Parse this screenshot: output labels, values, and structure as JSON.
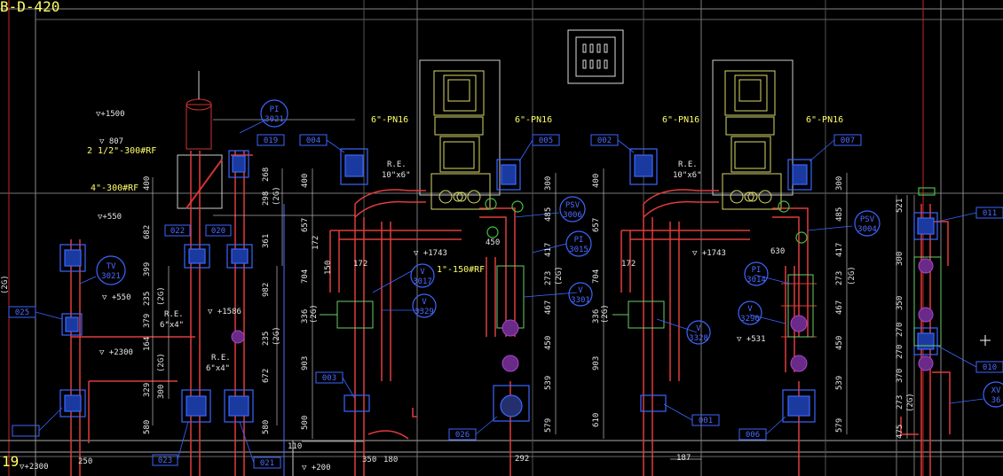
{
  "drawing": {
    "sheet_ref": "B-D-420",
    "corner_num": "19",
    "elevations": {
      "e1500": "▽+1500",
      "e807": "▽ 807",
      "e550a": "▽+550",
      "e550b": "▽ +550",
      "e2300a": "▽ +2300",
      "e2300b": "▽+2300",
      "e1586": "▽ +1586",
      "e1743a": "▽ +1743",
      "e1743b": "▽ +1743",
      "e531": "▽ +531",
      "e200": "▽ +200"
    },
    "pipe_specs": {
      "s1": "2 1/2\"-300#RF",
      "s2": "4\"-300#RF",
      "s3": "1\"-150#RF",
      "pn1": "6\"-PN16",
      "pn2": "6\"-PN16",
      "pn3": "6\"-PN16",
      "pn4": "6\"-PN16"
    },
    "reducers": {
      "re1": "R.E.",
      "re1s": "10\"x6\"",
      "re2": "R.E.",
      "re2s": "10\"x6\"",
      "re3": "R.E.",
      "re3s": "6\"x4\"",
      "re4": "R.E.",
      "re4s": "6\"x4\""
    },
    "bubbles": {
      "pi3021": [
        "PI",
        "3021"
      ],
      "tv3021": [
        "TV",
        "3021"
      ],
      "psv3006": [
        "PSV",
        "3006"
      ],
      "pi3015": [
        "PI",
        "3015"
      ],
      "v3017": [
        "V",
        "3017"
      ],
      "v3329": [
        "V",
        "3329"
      ],
      "v3301": [
        "V",
        "3301"
      ],
      "psv3004": [
        "PSV",
        "3004"
      ],
      "pi3014": [
        "PI",
        "3014"
      ],
      "v3296": [
        "V",
        "3296"
      ],
      "v3328": [
        "V",
        "3328"
      ],
      "xv36": [
        "XV",
        "36"
      ]
    },
    "tags": {
      "t019": "019",
      "t004": "004",
      "t005": "005",
      "t002": "002",
      "t007": "007",
      "t022": "022",
      "t020": "020",
      "t025": "025",
      "t003": "003",
      "t026": "026",
      "t001": "001",
      "t006": "006",
      "t023": "023",
      "t021": "021",
      "t011": "011",
      "t010": "010"
    },
    "dims": {
      "d400a": "400",
      "d682": "682",
      "d399": "399",
      "d235": "235",
      "d379": "379",
      "d164": "164",
      "d329": "329",
      "d580a": "580",
      "d2g1": "(2G)",
      "d2g2": "(2G)",
      "d300a": "300",
      "d268": "268",
      "d298": "298",
      "d2g3": "(2G)",
      "d361": "361",
      "d982": "982",
      "d235b": "235",
      "d2g4": "(2G)",
      "d672": "672",
      "d580b": "580",
      "d400b": "400",
      "d657a": "657",
      "d172a": "172",
      "d150": "150",
      "d704a": "704",
      "d336a": "336",
      "d2g5": "(2G)",
      "d903a": "903",
      "d500": "500",
      "d110": "110",
      "d172b": "172",
      "d450a": "450",
      "d300b": "300",
      "d485a": "485",
      "d417a": "417",
      "d273a": "273",
      "d2g6": "(2G)",
      "d467a": "467",
      "d450b": "450",
      "d539a": "539",
      "d579a": "579",
      "d350": "350",
      "d180": "180",
      "d292": "292",
      "d250": "250",
      "d400c": "400",
      "d657b": "657",
      "d172c": "172",
      "d704b": "704",
      "d336b": "336",
      "d2g7": "(2G)",
      "d903b": "903",
      "d610": "610",
      "d630": "630",
      "d300c": "300",
      "d485b": "485",
      "d417b": "417",
      "d273b": "273",
      "d2g8": "(2G)",
      "d467b": "467",
      "d450c": "450",
      "d539b": "539",
      "d579b": "579",
      "d187": "187",
      "d521": "521",
      "d350b": "350",
      "d270a": "270",
      "d270b": "270",
      "d370": "370",
      "d273c": "273",
      "d475": "475",
      "d2g9": "(2G)",
      "d2g10": "(2G)",
      "d300d": "300"
    }
  }
}
